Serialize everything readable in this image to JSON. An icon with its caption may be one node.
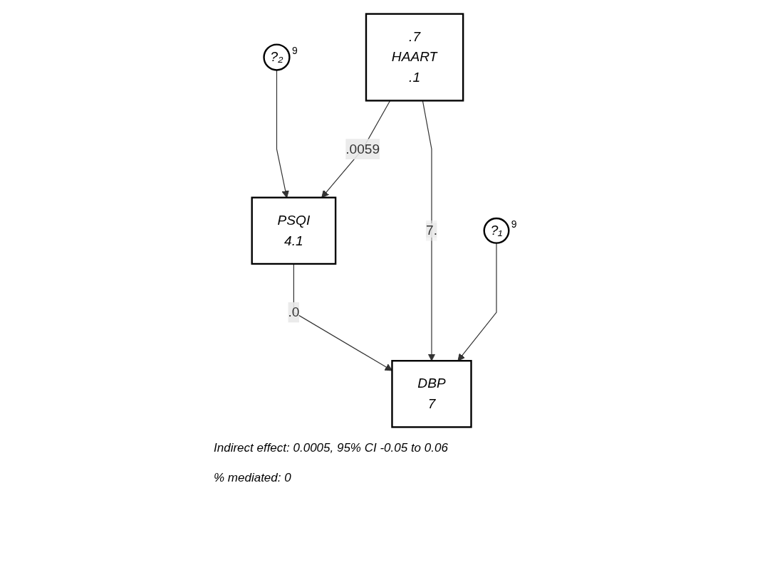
{
  "diagram": {
    "nodes": [
      {
        "text": [
          "PSQI",
          "4.1"
        ]
      },
      {
        "text": [
          "?₂"
        ],
        "beside": [
          "9"
        ]
      },
      {
        "text": [
          ".7",
          "HAART",
          ".1"
        ]
      },
      {
        "text": [
          "DBP",
          "7"
        ]
      },
      {
        "text": [
          "?₁"
        ],
        "beside": [
          "9"
        ]
      }
    ],
    "edges": [
      {
        "from": 1,
        "to": 0,
        "arrow": "to"
      },
      {
        "from": 2,
        "to": 0,
        "label": ".0059",
        "arrow": "to"
      },
      {
        "from": 0,
        "to": 3,
        "label": ".0",
        "arrow": "to"
      },
      {
        "from": 2,
        "to": 3,
        "label": "7.",
        "arrow": "to"
      },
      {
        "from": 4,
        "to": 3,
        "arrow": "to"
      }
    ],
    "labels": [
      "Indirect effect: 0.0005, 95% CI -0.05 to 0.06",
      "% mediated: 0"
    ]
  }
}
